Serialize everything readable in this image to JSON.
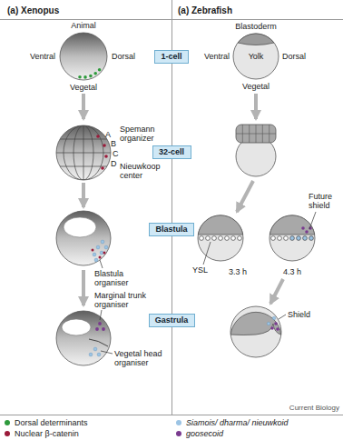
{
  "diagram": {
    "nodes": [
      {
        "text": [
          "1-cell"
        ]
      },
      {
        "text": [
          "32-cell"
        ]
      },
      {
        "text": [
          "Blastula"
        ]
      },
      {
        "text": [
          "Gastrula"
        ]
      }
    ],
    "labels": [
      "(a) Xenopus",
      "(a) Zebrafish",
      "Animal",
      "Blastoderm",
      "Ventral",
      "Dorsal",
      "Ventral",
      "Yolk",
      "Dorsal",
      "Vegetal",
      "Vegetal",
      "Spemann organizer",
      "A",
      "B",
      "C",
      "D",
      "Nieuwkoop center",
      "Future shield",
      "Blastula organiser",
      "YSL",
      "3.3 h",
      "4.3 h",
      "Marginal trunk organiser",
      "Vegetal head organiser",
      "Shield",
      "Current Biology"
    ],
    "legend": [
      {
        "text": "Dorsal determinants",
        "color": "#2e9a3c"
      },
      {
        "text": "Nuclear β-catenin",
        "color": "#9b1b3a"
      },
      {
        "text": "Siamois/ dharma/ nieuwkoid",
        "color": "#9cc4e4"
      },
      {
        "text": "goosecoid",
        "color": "#7a3b8f"
      }
    ]
  }
}
